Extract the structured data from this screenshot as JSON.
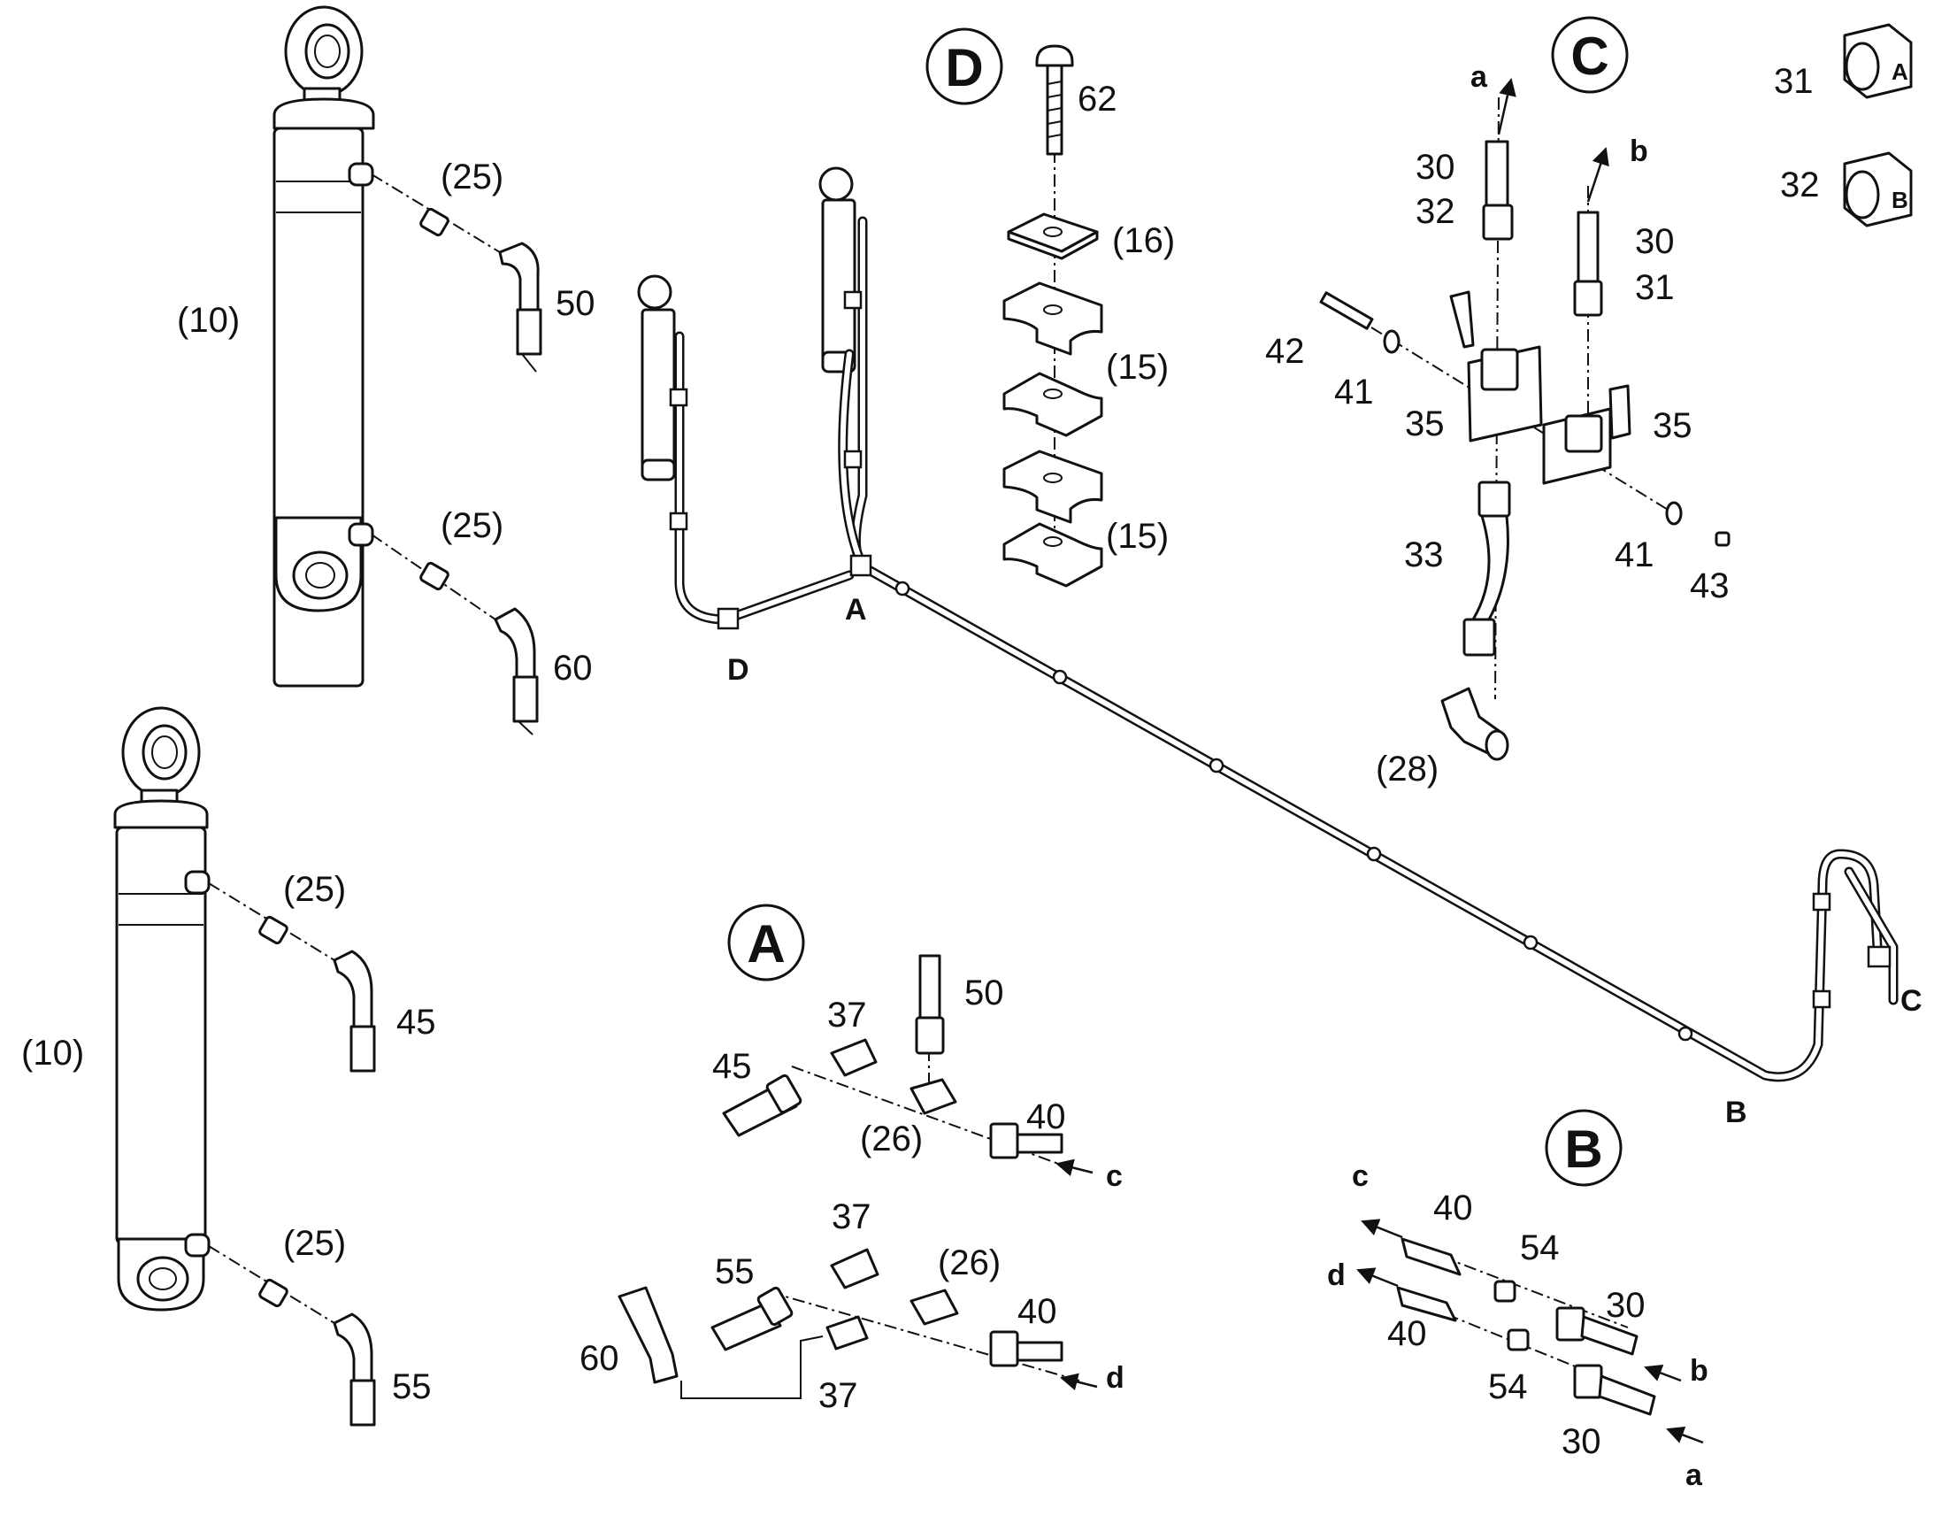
{
  "badges": {
    "A": "A",
    "B": "B",
    "C": "C",
    "D": "D"
  },
  "callouts": {
    "c10_top": "(10)",
    "c10_bottom": "(10)",
    "c25_1": "(25)",
    "c25_2": "(25)",
    "c25_3": "(25)",
    "c25_4": "(25)",
    "c50": "50",
    "c60": "60",
    "c45": "45",
    "c55": "55",
    "c62": "62",
    "c16": "(16)",
    "c15_1": "(15)",
    "c15_2": "(15)",
    "c31_cube": "31",
    "c32_cube": "32",
    "cC_30a": "30",
    "cC_32": "32",
    "cC_30b": "30",
    "cC_31": "31",
    "cC_42": "42",
    "cC_41a": "41",
    "cC_35a": "35",
    "cC_35b": "35",
    "cC_41b": "41",
    "cC_43": "43",
    "cC_33": "33",
    "cC_28": "(28)",
    "cA_50": "50",
    "cA_37a": "37",
    "cA_45": "45",
    "cA_26a": "(26)",
    "cA_40a": "40",
    "cA_37b": "37",
    "cA_26b": "(26)",
    "cA_55": "55",
    "cA_60": "60",
    "cA_40b": "40",
    "cA_37c": "37",
    "cB_40a": "40",
    "cB_54a": "54",
    "cB_40b": "40",
    "cB_30a": "30",
    "cB_54b": "54",
    "cB_30b": "30"
  },
  "cube_letters": {
    "cube31": "A",
    "cube32": "B"
  },
  "point_labels": {
    "A": "A",
    "B": "B",
    "C": "C",
    "D": "D"
  },
  "flow_labels": {
    "a_top": "a",
    "b_top": "b",
    "c_A": "c",
    "d_A": "d",
    "c_B": "c",
    "d_B": "d",
    "b_B": "b",
    "a_B": "a"
  }
}
